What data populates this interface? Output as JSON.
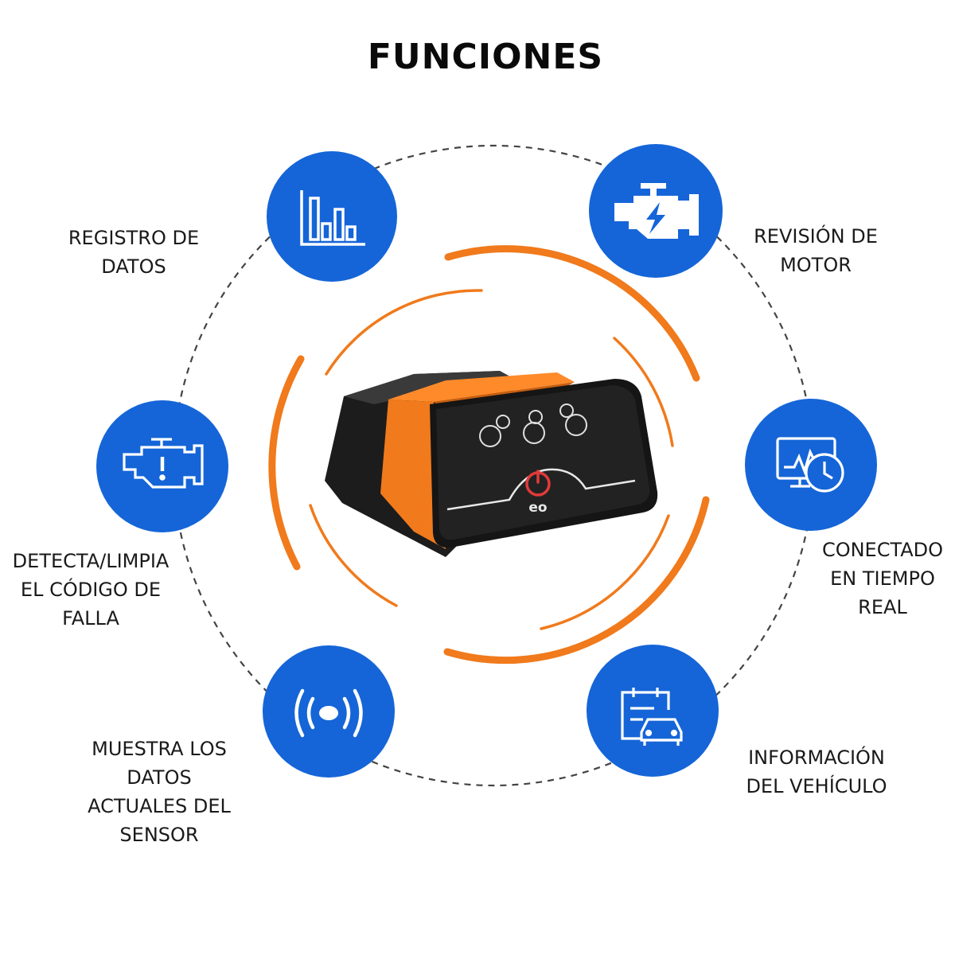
{
  "title": "FUNCIONES",
  "colors": {
    "circle_blue": "#1565d8",
    "orange": "#f07a1c",
    "device_body": "#2b2b2b",
    "icon_white": "#ffffff",
    "power_red": "#e23a3a"
  },
  "features": [
    {
      "label": "REGISTRO DE\nDATOS",
      "icon": "bar-chart-icon"
    },
    {
      "label": "REVISIÓN DE\nMOTOR",
      "icon": "engine-bolt-icon"
    },
    {
      "label": "DETECTA/LIMPIA\nEL CÓDIGO DE\nFALLA",
      "icon": "check-engine-icon"
    },
    {
      "label": "CONECTADO\nEN TIEMPO\nREAL",
      "icon": "monitor-clock-icon"
    },
    {
      "label": "MUESTRA LOS\nDATOS\nACTUALES DEL\nSENSOR",
      "icon": "sensor-signal-icon"
    },
    {
      "label": "INFORMACIÓN\nDEL VEHÍCULO",
      "icon": "vehicle-info-icon"
    }
  ],
  "device": {
    "brand_mark": "eo",
    "icon": "obd2-scanner-icon"
  }
}
